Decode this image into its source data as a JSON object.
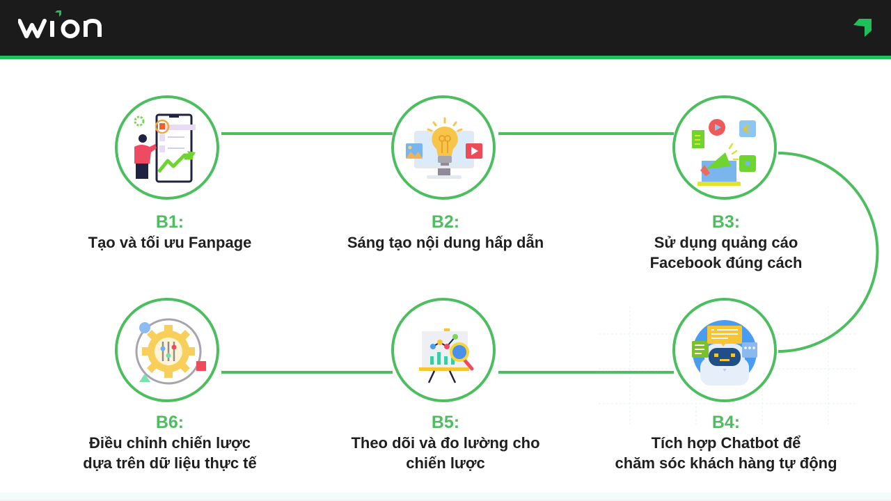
{
  "header": {
    "logo_text": "wion",
    "logo_accent_color": "#1fbf5a",
    "background_color": "#1b1b1b",
    "bar_color": "#1fbf5a",
    "corner_icon": "green-arrow-mark"
  },
  "diagram": {
    "accent_color": "#4cbe5f",
    "text_color": "#1f1f1f",
    "steps": [
      {
        "num": "B1:",
        "line1": "Tạo và tối ưu Fanpage",
        "line2": "",
        "icon": "fanpage-optimization-icon"
      },
      {
        "num": "B2:",
        "line1": "Sáng tạo nội dung hấp dẫn",
        "line2": "",
        "icon": "creative-content-lightbulb-icon"
      },
      {
        "num": "B3:",
        "line1": "Sử dụng quảng cáo",
        "line2": "Facebook đúng cách",
        "icon": "megaphone-ads-icon"
      },
      {
        "num": "B4:",
        "line1": "Tích hợp Chatbot để",
        "line2": "chăm sóc khách hàng tự động",
        "icon": "chatbot-robot-icon"
      },
      {
        "num": "B5:",
        "line1": "Theo dõi và đo lường cho",
        "line2": "chiến lược",
        "icon": "analytics-board-icon"
      },
      {
        "num": "B6:",
        "line1": "Điều chỉnh chiến lược",
        "line2": "dựa trên dữ liệu thực tế",
        "icon": "gear-adjust-icon"
      }
    ]
  }
}
